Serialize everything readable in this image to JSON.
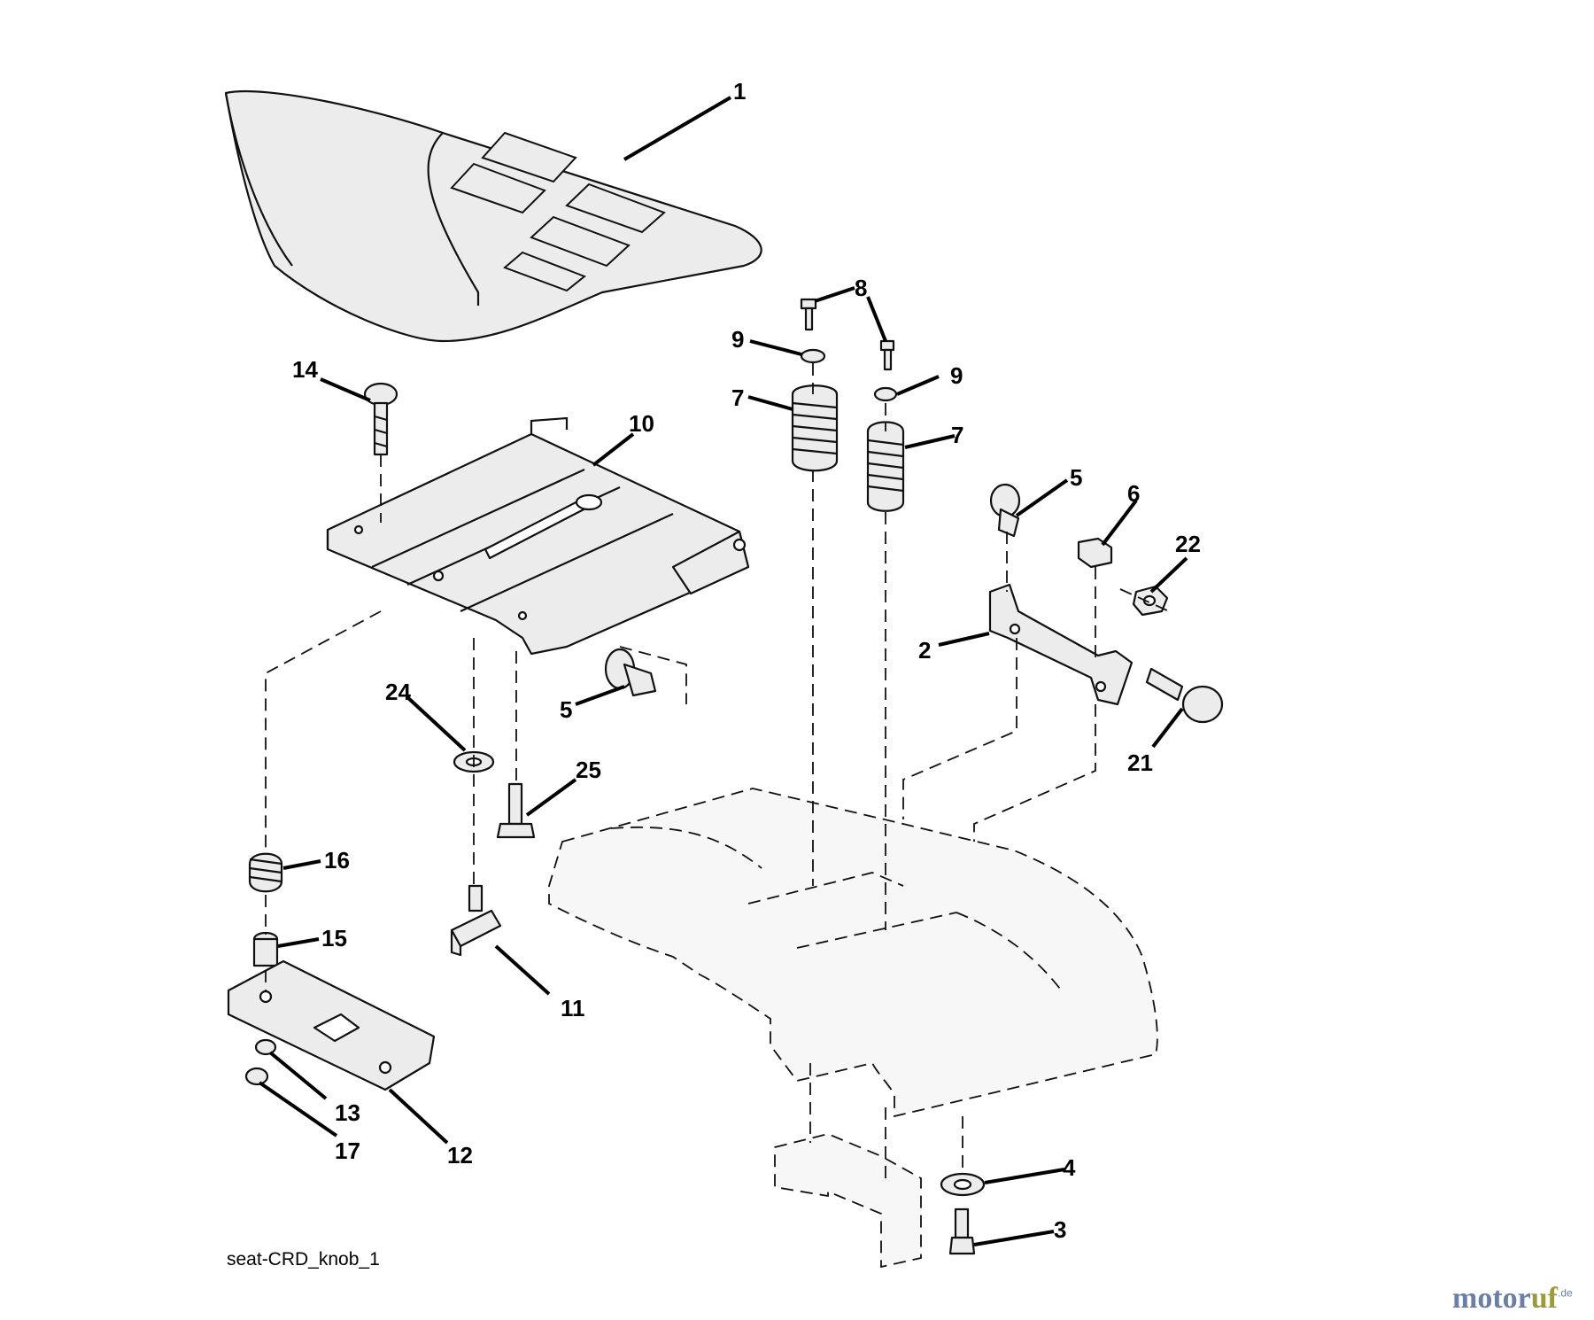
{
  "diagram": {
    "caption": "seat-CRD_knob_1",
    "watermark": {
      "brand_main": "motor",
      "brand_accent": "uf",
      "brand_suffix": ".de"
    },
    "callouts": [
      {
        "id": "c1",
        "label": "1"
      },
      {
        "id": "c10",
        "label": "10"
      },
      {
        "id": "c14",
        "label": "14"
      },
      {
        "id": "c24",
        "label": "24"
      },
      {
        "id": "c5a",
        "label": "5"
      },
      {
        "id": "c25",
        "label": "25"
      },
      {
        "id": "c16",
        "label": "16"
      },
      {
        "id": "c15",
        "label": "15"
      },
      {
        "id": "c11",
        "label": "11"
      },
      {
        "id": "c13",
        "label": "13"
      },
      {
        "id": "c17",
        "label": "17"
      },
      {
        "id": "c12",
        "label": "12"
      },
      {
        "id": "c8",
        "label": "8"
      },
      {
        "id": "c9a",
        "label": "9"
      },
      {
        "id": "c9b",
        "label": "9"
      },
      {
        "id": "c7a",
        "label": "7"
      },
      {
        "id": "c7b",
        "label": "7"
      },
      {
        "id": "c5b",
        "label": "5"
      },
      {
        "id": "c6",
        "label": "6"
      },
      {
        "id": "c22",
        "label": "22"
      },
      {
        "id": "c2",
        "label": "2"
      },
      {
        "id": "c21",
        "label": "21"
      },
      {
        "id": "c4",
        "label": "4"
      },
      {
        "id": "c3",
        "label": "3"
      }
    ]
  }
}
